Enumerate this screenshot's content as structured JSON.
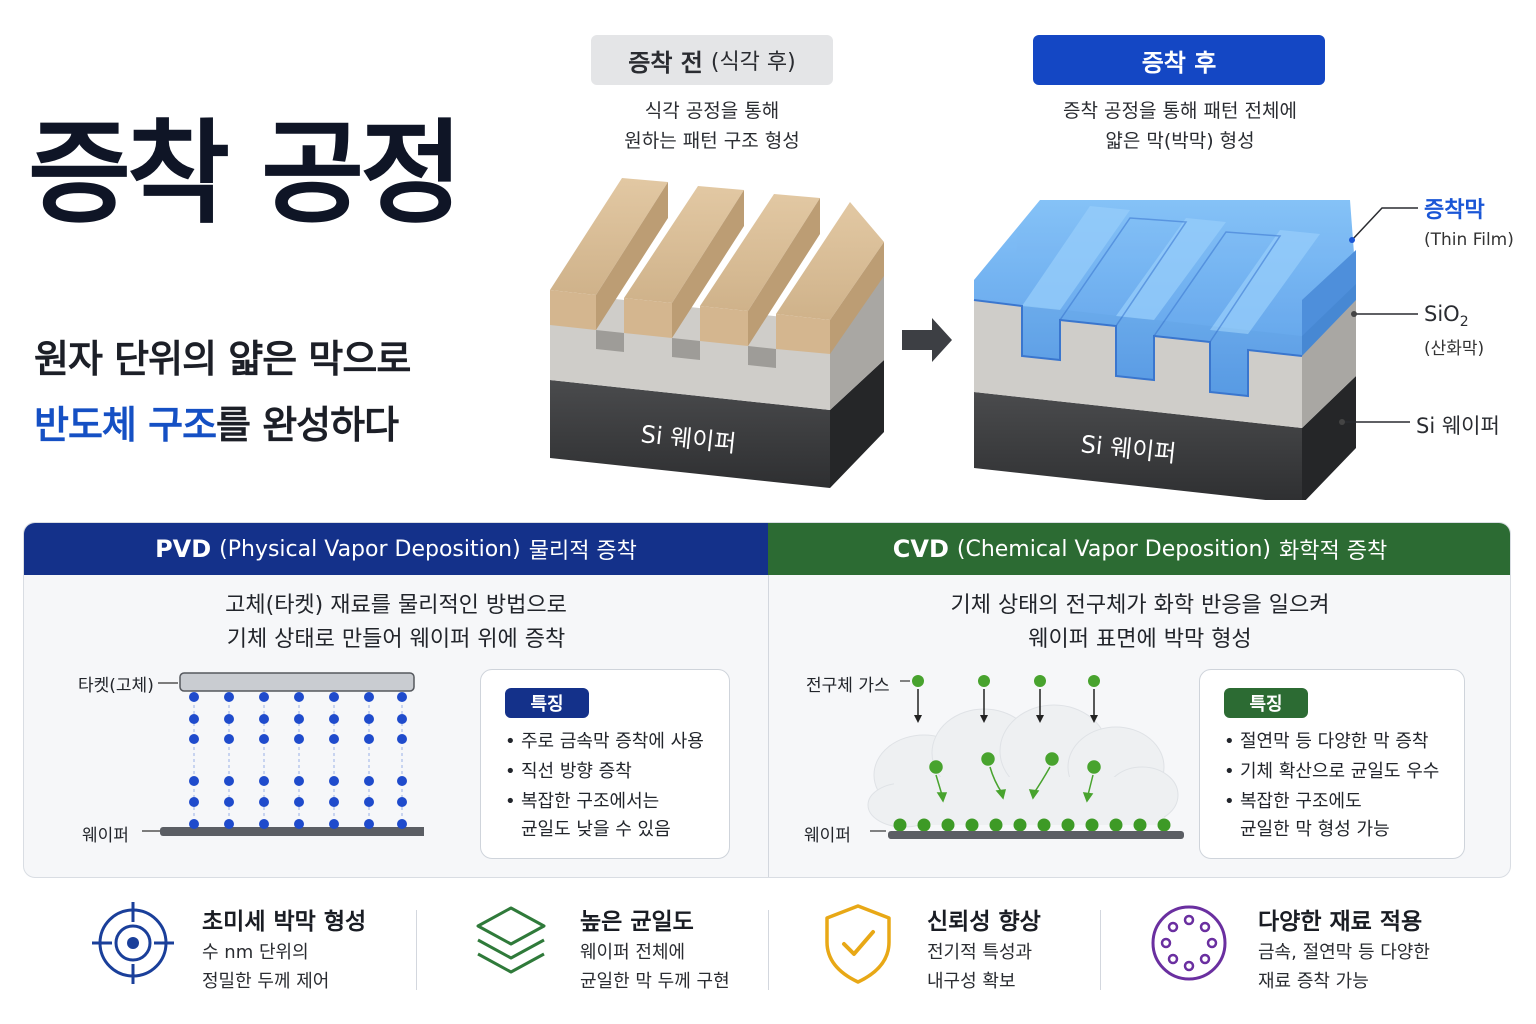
{
  "title": "증착 공정",
  "subtitle": {
    "line1": "원자 단위의 얇은 막으로",
    "line2_highlight": "반도체 구조",
    "line2_rest": "를 완성하다"
  },
  "before": {
    "label": "증착 전",
    "label_paren": "(식각 후)",
    "desc_line1": "식각 공정을 통해",
    "desc_line2": "원하는 패턴 구조 형성",
    "wafer_label": "Si 웨이퍼"
  },
  "after": {
    "label": "증착 후",
    "desc_line1": "증착 공정을 통해 패턴 전체에",
    "desc_line2": "얇은 막(박막) 형성",
    "wafer_label": "Si 웨이퍼"
  },
  "layers": {
    "film_ko": "증착막",
    "film_en": "(Thin Film)",
    "sio2_main": "SiO",
    "sio2_sub": "2",
    "sio2_ko": "(산화막)",
    "si": "Si 웨이퍼"
  },
  "pvd": {
    "abbr": "PVD",
    "full": "(Physical Vapor Deposition)",
    "ko": "물리적 증착",
    "desc_line1": "고체(타켓) 재료를 물리적인 방법으로",
    "desc_line2": "기체 상태로 만들어 웨이퍼 위에 증착",
    "target_label": "타켓(고체)",
    "wafer_label": "웨이퍼",
    "feature_badge": "특징",
    "features": [
      "주로 금속막 증착에 사용",
      "직선 방향 증착",
      "복잡한 구조에서는",
      "균일도 낮을 수 있음"
    ]
  },
  "cvd": {
    "abbr": "CVD",
    "full": "(Chemical Vapor Deposition)",
    "ko": "화학적 증착",
    "desc_line1": "기체 상태의 전구체가 화학 반응을 일으켜",
    "desc_line2": "웨이퍼 표면에 박막 형성",
    "gas_label": "전구체 가스",
    "wafer_label": "웨이퍼",
    "feature_badge": "특징",
    "features": [
      "절연막 등 다양한 막 증착",
      "기체 확산으로 균일도 우수",
      "복잡한 구조에도",
      "균일한 막 형성 가능"
    ]
  },
  "benefits": [
    {
      "icon": "target-icon",
      "title": "초미세 박막 형성",
      "line1": "수 nm 단위의",
      "line2": "정밀한 두께 제어",
      "color": "#1a3f9a"
    },
    {
      "icon": "layers-icon",
      "title": "높은 균일도",
      "line1": "웨이퍼 전체에",
      "line2": "균일한 막 두께 구현",
      "color": "#2f7a3a"
    },
    {
      "icon": "shield-check-icon",
      "title": "신뢰성 향상",
      "line1": "전기적 특성과",
      "line2": "내구성 확보",
      "color": "#e8a816"
    },
    {
      "icon": "materials-icon",
      "title": "다양한 재료 적용",
      "line1": "금속, 절연막 등 다양한",
      "line2": "재료 증착 가능",
      "color": "#6a2fa0"
    }
  ],
  "colors": {
    "pvd": "#14318a",
    "cvd": "#2c6b33",
    "highlight": "#1550c4",
    "film": "#5aa8f0"
  }
}
